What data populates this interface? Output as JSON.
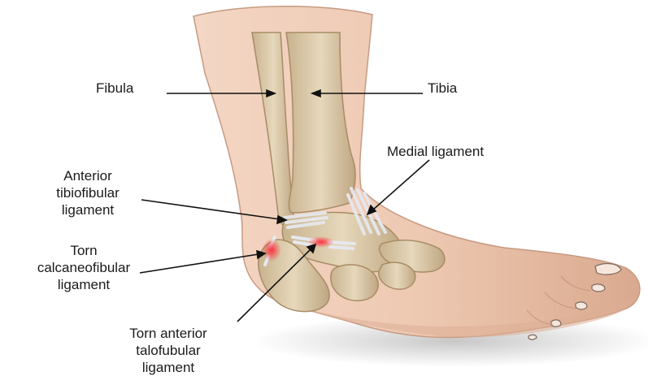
{
  "diagram": {
    "labels": {
      "fibula": "Fibula",
      "tibia": "Tibia",
      "medial_ligament": "Medial ligament",
      "anterior_tibiofibular": [
        "Anterior",
        "tibiofibular",
        "ligament"
      ],
      "torn_calcaneofibular": [
        "Torn",
        "calcaneofibular",
        "ligament"
      ],
      "torn_anterior_talofibular": [
        "Torn anterior",
        "talofubular",
        "ligament"
      ]
    },
    "colors": {
      "skin": "#e8c2a8",
      "skin_shadow": "#c99a80",
      "bone": "#d9c9a8",
      "bone_shadow": "#b59f7a",
      "ligament": "#e6e8ee",
      "tear": "#ff2a3c",
      "leader_line": "#111111"
    }
  }
}
